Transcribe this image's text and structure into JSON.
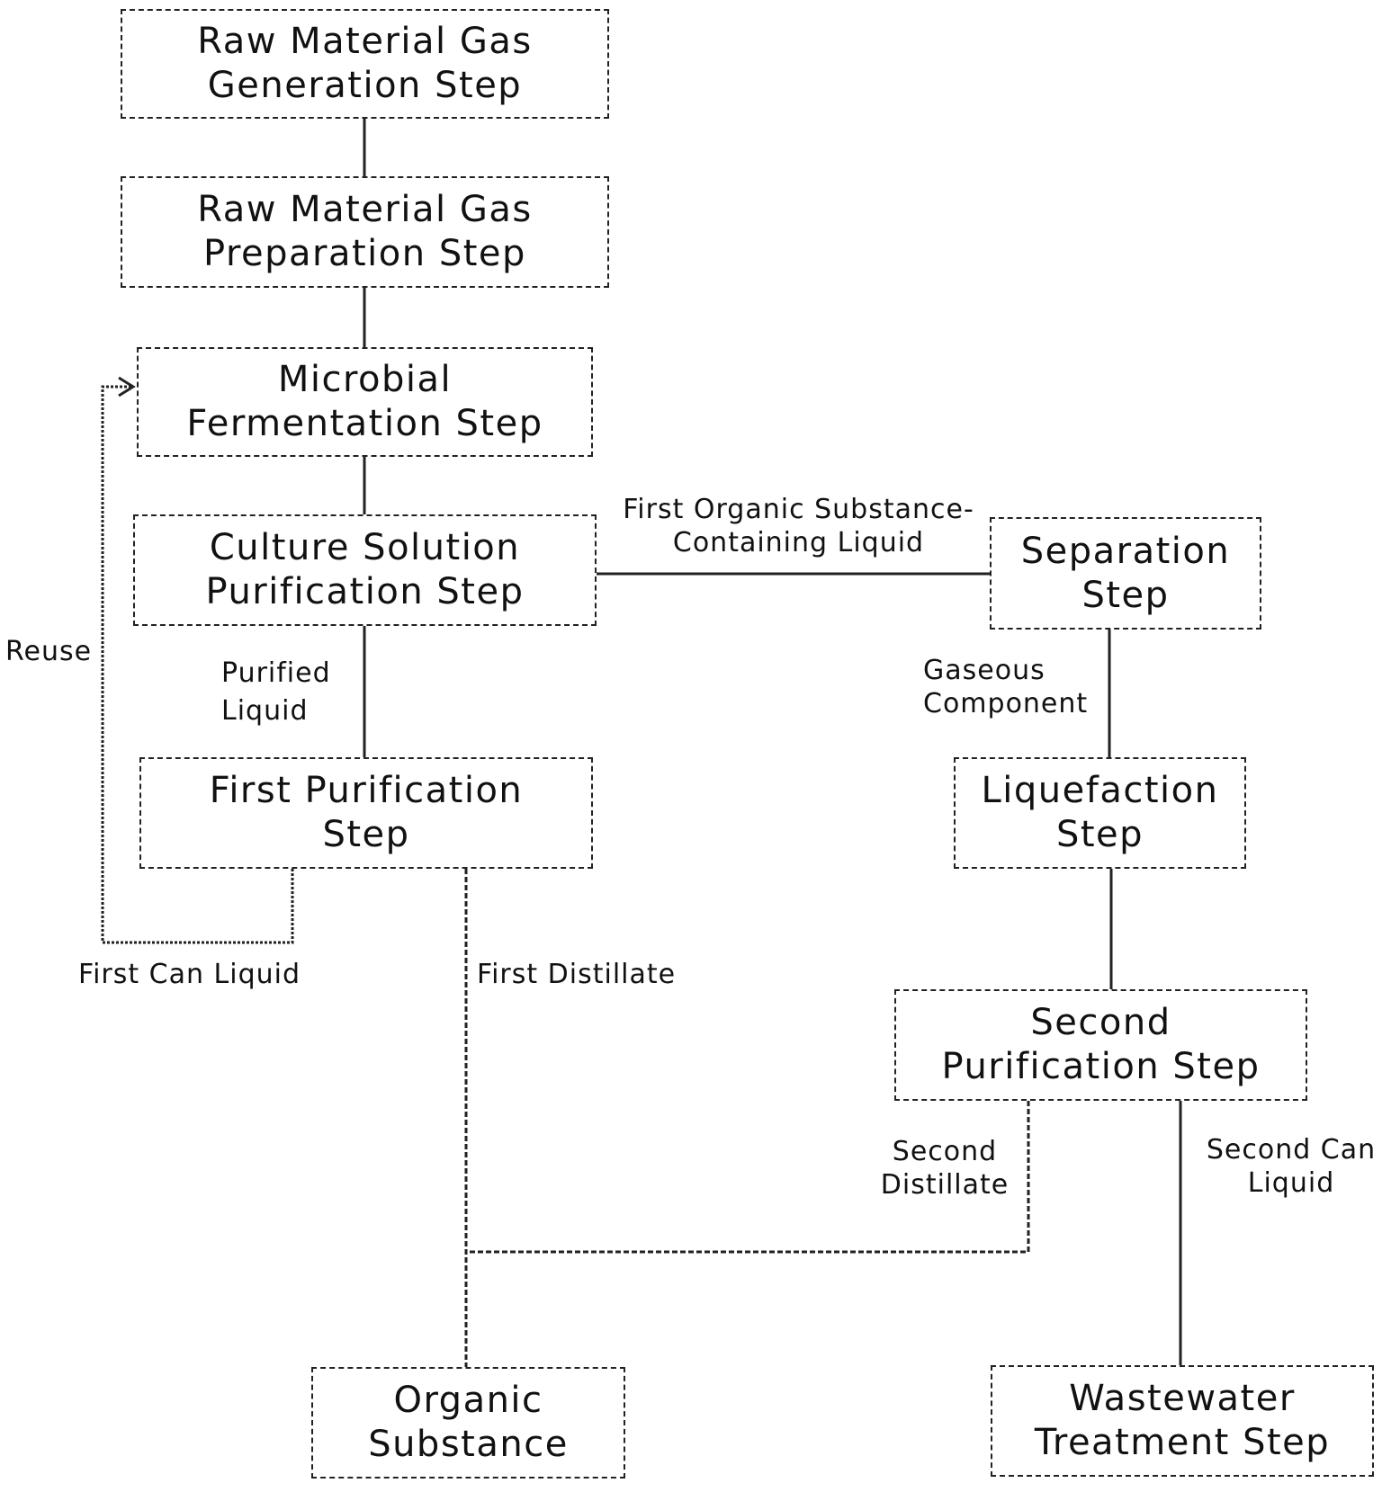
{
  "nodes": {
    "raw_gas_generation": "Raw Material Gas\nGeneration Step",
    "raw_gas_preparation": "Raw Material Gas\nPreparation Step",
    "microbial_fermentation": "Microbial\nFermentation Step",
    "culture_solution_purification": "Culture Solution\nPurification Step",
    "first_purification": "First Purification\nStep",
    "separation": "Separation\nStep",
    "liquefaction": "Liquefaction\nStep",
    "second_purification": "Second\nPurification Step",
    "organic_substance": "Organic\nSubstance",
    "wastewater_treatment": "Wastewater\nTreatment Step"
  },
  "edge_labels": {
    "first_organic_substance_liquid": "First Organic Substance-\nContaining Liquid",
    "reuse": "Reuse",
    "purified_liquid": "Purified\nLiquid",
    "gaseous_component": "Gaseous\nComponent",
    "first_can_liquid": "First Can Liquid",
    "first_distillate": "First Distillate",
    "second_distillate": "Second\nDistillate",
    "second_can_liquid": "Second Can\nLiquid"
  },
  "colors": {
    "line": "#222222",
    "background": "#ffffff"
  }
}
